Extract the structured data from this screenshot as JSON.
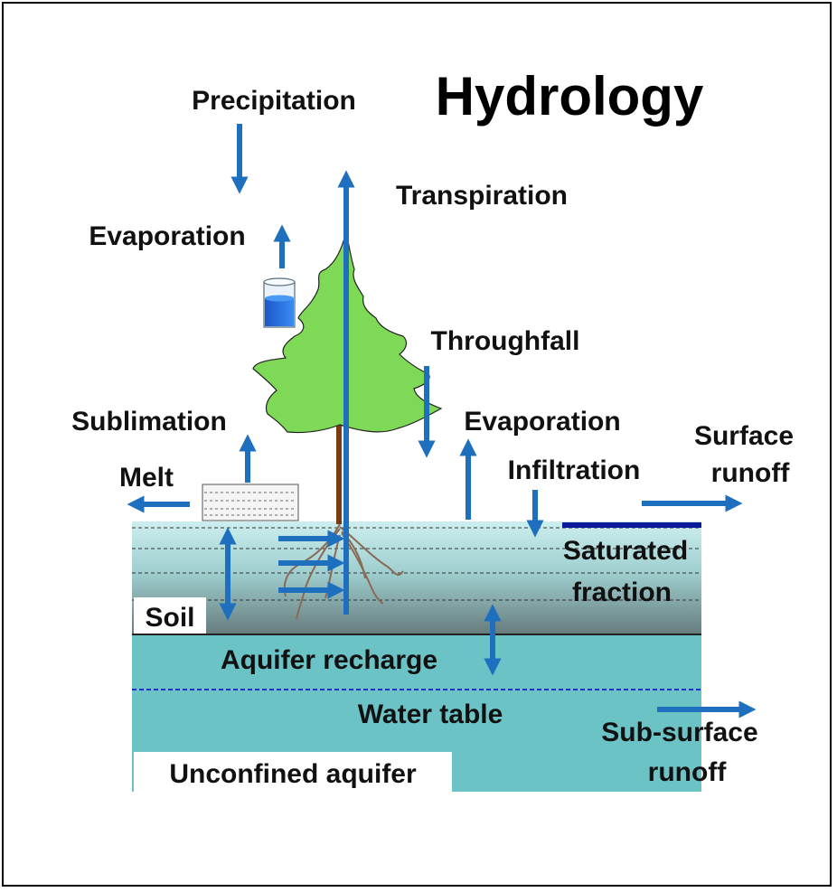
{
  "title": "Hydrology",
  "labels": {
    "precipitation": "Precipitation",
    "transpiration": "Transpiration",
    "evaporation_canopy": "Evaporation",
    "throughfall": "Throughfall",
    "sublimation": "Sublimation",
    "evaporation_ground": "Evaporation",
    "infiltration": "Infiltration",
    "melt": "Melt",
    "surface_runoff_1": "Surface",
    "surface_runoff_2": "runoff",
    "saturated_1": "Saturated",
    "saturated_2": "fraction",
    "soil": "Soil",
    "aquifer_recharge": "Aquifer recharge",
    "water_table": "Water table",
    "subsurface_1": "Sub-surface",
    "subsurface_2": "runoff",
    "unconfined_aquifer": "Unconfined aquifer"
  },
  "colors": {
    "arrow": "#1f6fbf",
    "tree": "#7ed957",
    "soil_top": "#c8ebeb",
    "soil_bottom": "#6f8585",
    "aquifer": "#6cc3c6",
    "water_table_line": "#1a35c8",
    "saturated_strip": "#0a1a99"
  }
}
